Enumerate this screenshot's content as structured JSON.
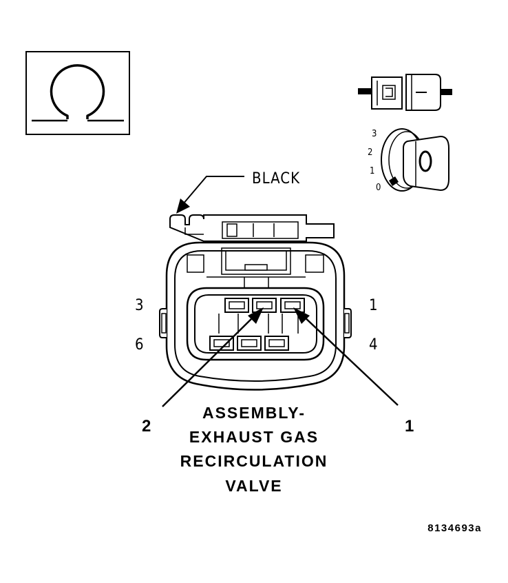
{
  "icons": {
    "ohm": "omega-resistance-icon",
    "connector_disconnected": "connector-disconnected-icon",
    "ignition_key": "ignition-key-icon"
  },
  "ignition_positions": [
    "3",
    "2",
    "1",
    "0"
  ],
  "callout_black": "BLACK",
  "pin_numbers": {
    "top_left": "3",
    "bottom_left": "6",
    "top_right": "1",
    "bottom_right": "4"
  },
  "callouts": {
    "left": "2",
    "right": "1"
  },
  "component_title": [
    "ASSEMBLY-",
    "EXHAUST GAS",
    "RECIRCULATION",
    "VALVE"
  ],
  "figure_id": "8134693a"
}
